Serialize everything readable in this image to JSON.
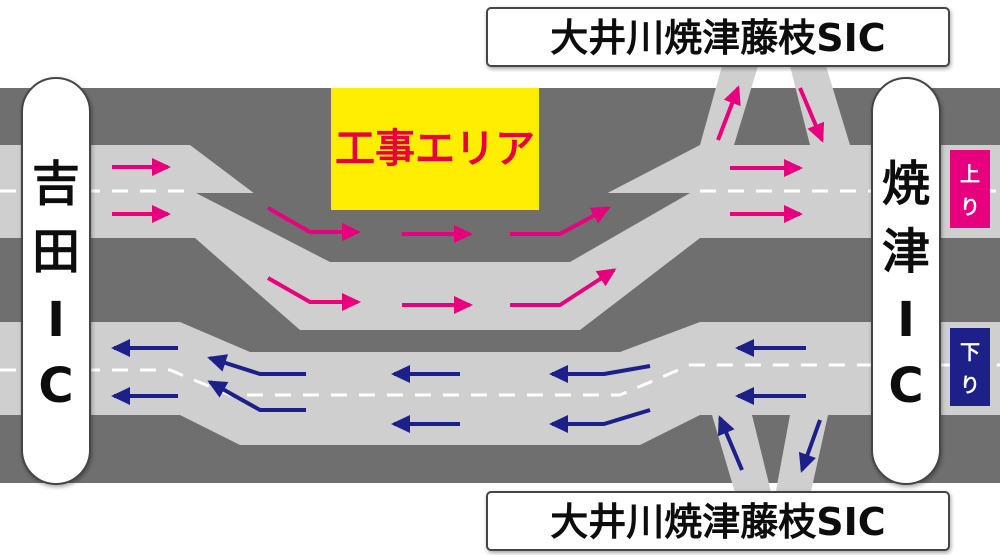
{
  "labels": {
    "sic_top": "大井川焼津藤枝SIC",
    "sic_bottom": "大井川焼津藤枝SIC",
    "left_ic": [
      "吉",
      "田",
      "I",
      "C"
    ],
    "right_ic": [
      "焼",
      "津",
      "I",
      "C"
    ],
    "work_area": "工事エリア",
    "up_direction": [
      "上",
      "り"
    ],
    "down_direction": [
      "下",
      "り"
    ]
  },
  "colors": {
    "road_background": "#6f6f6f",
    "road_surface": "#cfcfcf",
    "lane_line": "#ffffff",
    "work_area_fill": "#ffee00",
    "work_area_text": "#e8003c",
    "up_arrow": "#e6007e",
    "down_arrow": "#1d2088",
    "up_badge": "#e6007e",
    "down_badge": "#1d2088"
  },
  "icons": {
    "up_arrows": "arrow-right-icon",
    "down_arrows": "arrow-left-icon"
  }
}
